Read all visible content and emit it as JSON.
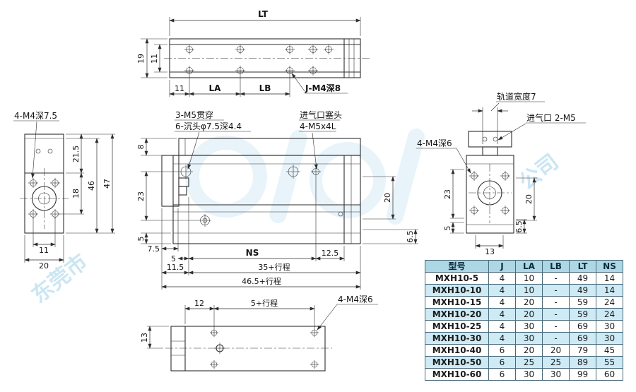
{
  "drawing": {
    "top_view": {
      "dim_lt": "LT",
      "dim_19": "19",
      "dim_11_h": "11",
      "dim_11_w": "11",
      "dim_la": "LA",
      "dim_lb": "LB",
      "callout_j": "J-M4深8"
    },
    "left_view": {
      "callout_m4": "4-M4深7.5",
      "dim_21_5": "21.5",
      "dim_18": "18",
      "dim_46": "46",
      "dim_47": "47",
      "dim_11": "11",
      "dim_20": "20"
    },
    "front_view": {
      "callout_m5": "3-M5贯穿",
      "callout_cbore": "6-沉头φ7.5深4.4",
      "callout_plug": "进气口塞头",
      "callout_plug_spec": "4-M5x4L",
      "dim_8": "8",
      "dim_23": "23",
      "dim_5_left": "5",
      "dim_7_5": "7.5",
      "dim_5_btm": "5",
      "dim_ns": "NS",
      "dim_12_5": "12.5",
      "dim_11_5": "11.5",
      "dim_35": "35+行程",
      "dim_46_5": "46.5+行程",
      "dim_20": "20",
      "dim_6_5": "6.5"
    },
    "right_view": {
      "callout_rail": "轨道宽度7",
      "callout_port": "进气口 2-M5",
      "callout_m4": "4-M4深6",
      "dim_23": "23",
      "dim_5": "5",
      "dim_13": "13",
      "dim_20": "20",
      "dim_6_5": "6.5"
    },
    "bottom_view": {
      "callout_m4": "4-M4深6",
      "dim_12": "12",
      "dim_5_stroke": "5+行程",
      "dim_13": "13"
    }
  },
  "table": {
    "headers": [
      "型号",
      "J",
      "LA",
      "LB",
      "LT",
      "NS"
    ],
    "rows": [
      [
        "MXH10-5",
        "4",
        "10",
        "-",
        "49",
        "14"
      ],
      [
        "MXH10-10",
        "4",
        "10",
        "-",
        "49",
        "14"
      ],
      [
        "MXH10-15",
        "4",
        "20",
        "-",
        "59",
        "24"
      ],
      [
        "MXH10-20",
        "4",
        "20",
        "-",
        "59",
        "24"
      ],
      [
        "MXH10-25",
        "4",
        "30",
        "-",
        "69",
        "30"
      ],
      [
        "MXH10-30",
        "4",
        "30",
        "-",
        "69",
        "30"
      ],
      [
        "MXH10-40",
        "6",
        "20",
        "20",
        "79",
        "45"
      ],
      [
        "MXH10-50",
        "6",
        "25",
        "25",
        "89",
        "55"
      ],
      [
        "MXH10-60",
        "6",
        "30",
        "30",
        "99",
        "60"
      ]
    ]
  },
  "watermark": {
    "text_left": "东莞市",
    "text_right": "公司"
  },
  "colors": {
    "line": "#2e2e2e",
    "table_border": "#4a6a7a",
    "table_header_bg": "#aed7e6",
    "table_row_alt_bg": "#cdeaf5",
    "watermark": "#cbe6f3"
  }
}
